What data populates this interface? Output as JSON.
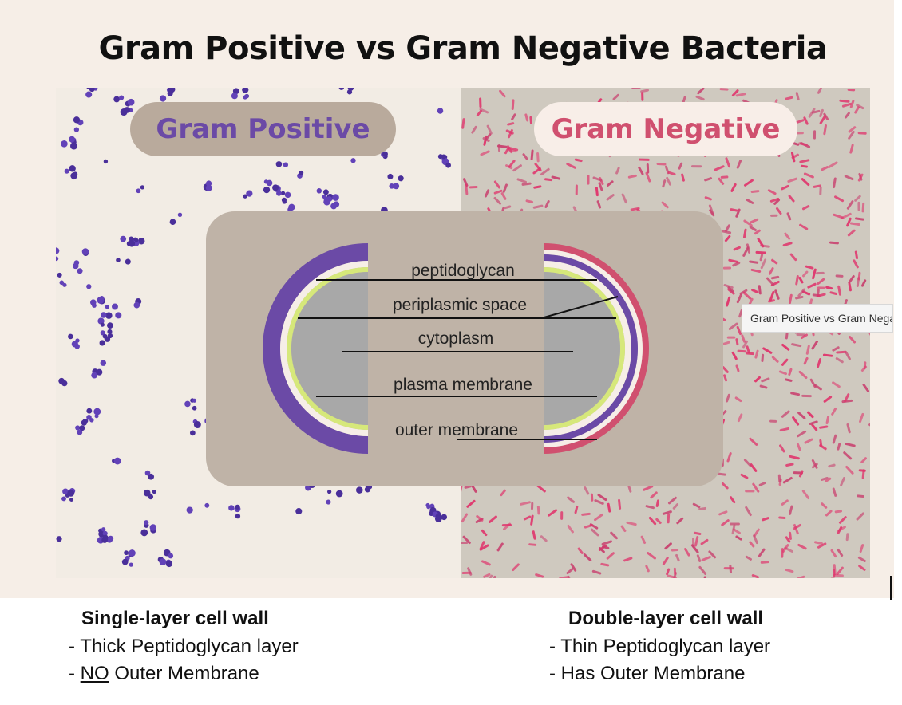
{
  "title": "Gram Positive vs Gram Negative Bacteria",
  "labels": {
    "positive": "Gram Positive",
    "negative": "Gram Negative"
  },
  "diagram": {
    "layers": [
      "peptidoglycan",
      "periplasmic space",
      "cytoplasm",
      "plasma membrane",
      "outer membrane"
    ]
  },
  "tooltip": "Gram Positive vs Gram Negative Bacteria",
  "captions": {
    "left": {
      "heading": "Single-layer cell wall",
      "line1": "- Thick Peptidoglycan layer",
      "line2_prefix": "- ",
      "line2_underlined": "NO",
      "line2_rest": " Outer Membrane"
    },
    "right": {
      "heading": "Double-layer cell wall",
      "line1": "- Thin Peptidoglycan layer",
      "line2": "- Has Outer Membrane"
    }
  },
  "colors": {
    "gram_positive": "#6b4aa6",
    "gram_negative": "#d0506f",
    "cytoplasm": "#a8a8a8",
    "membrane": "#d6e87a"
  }
}
